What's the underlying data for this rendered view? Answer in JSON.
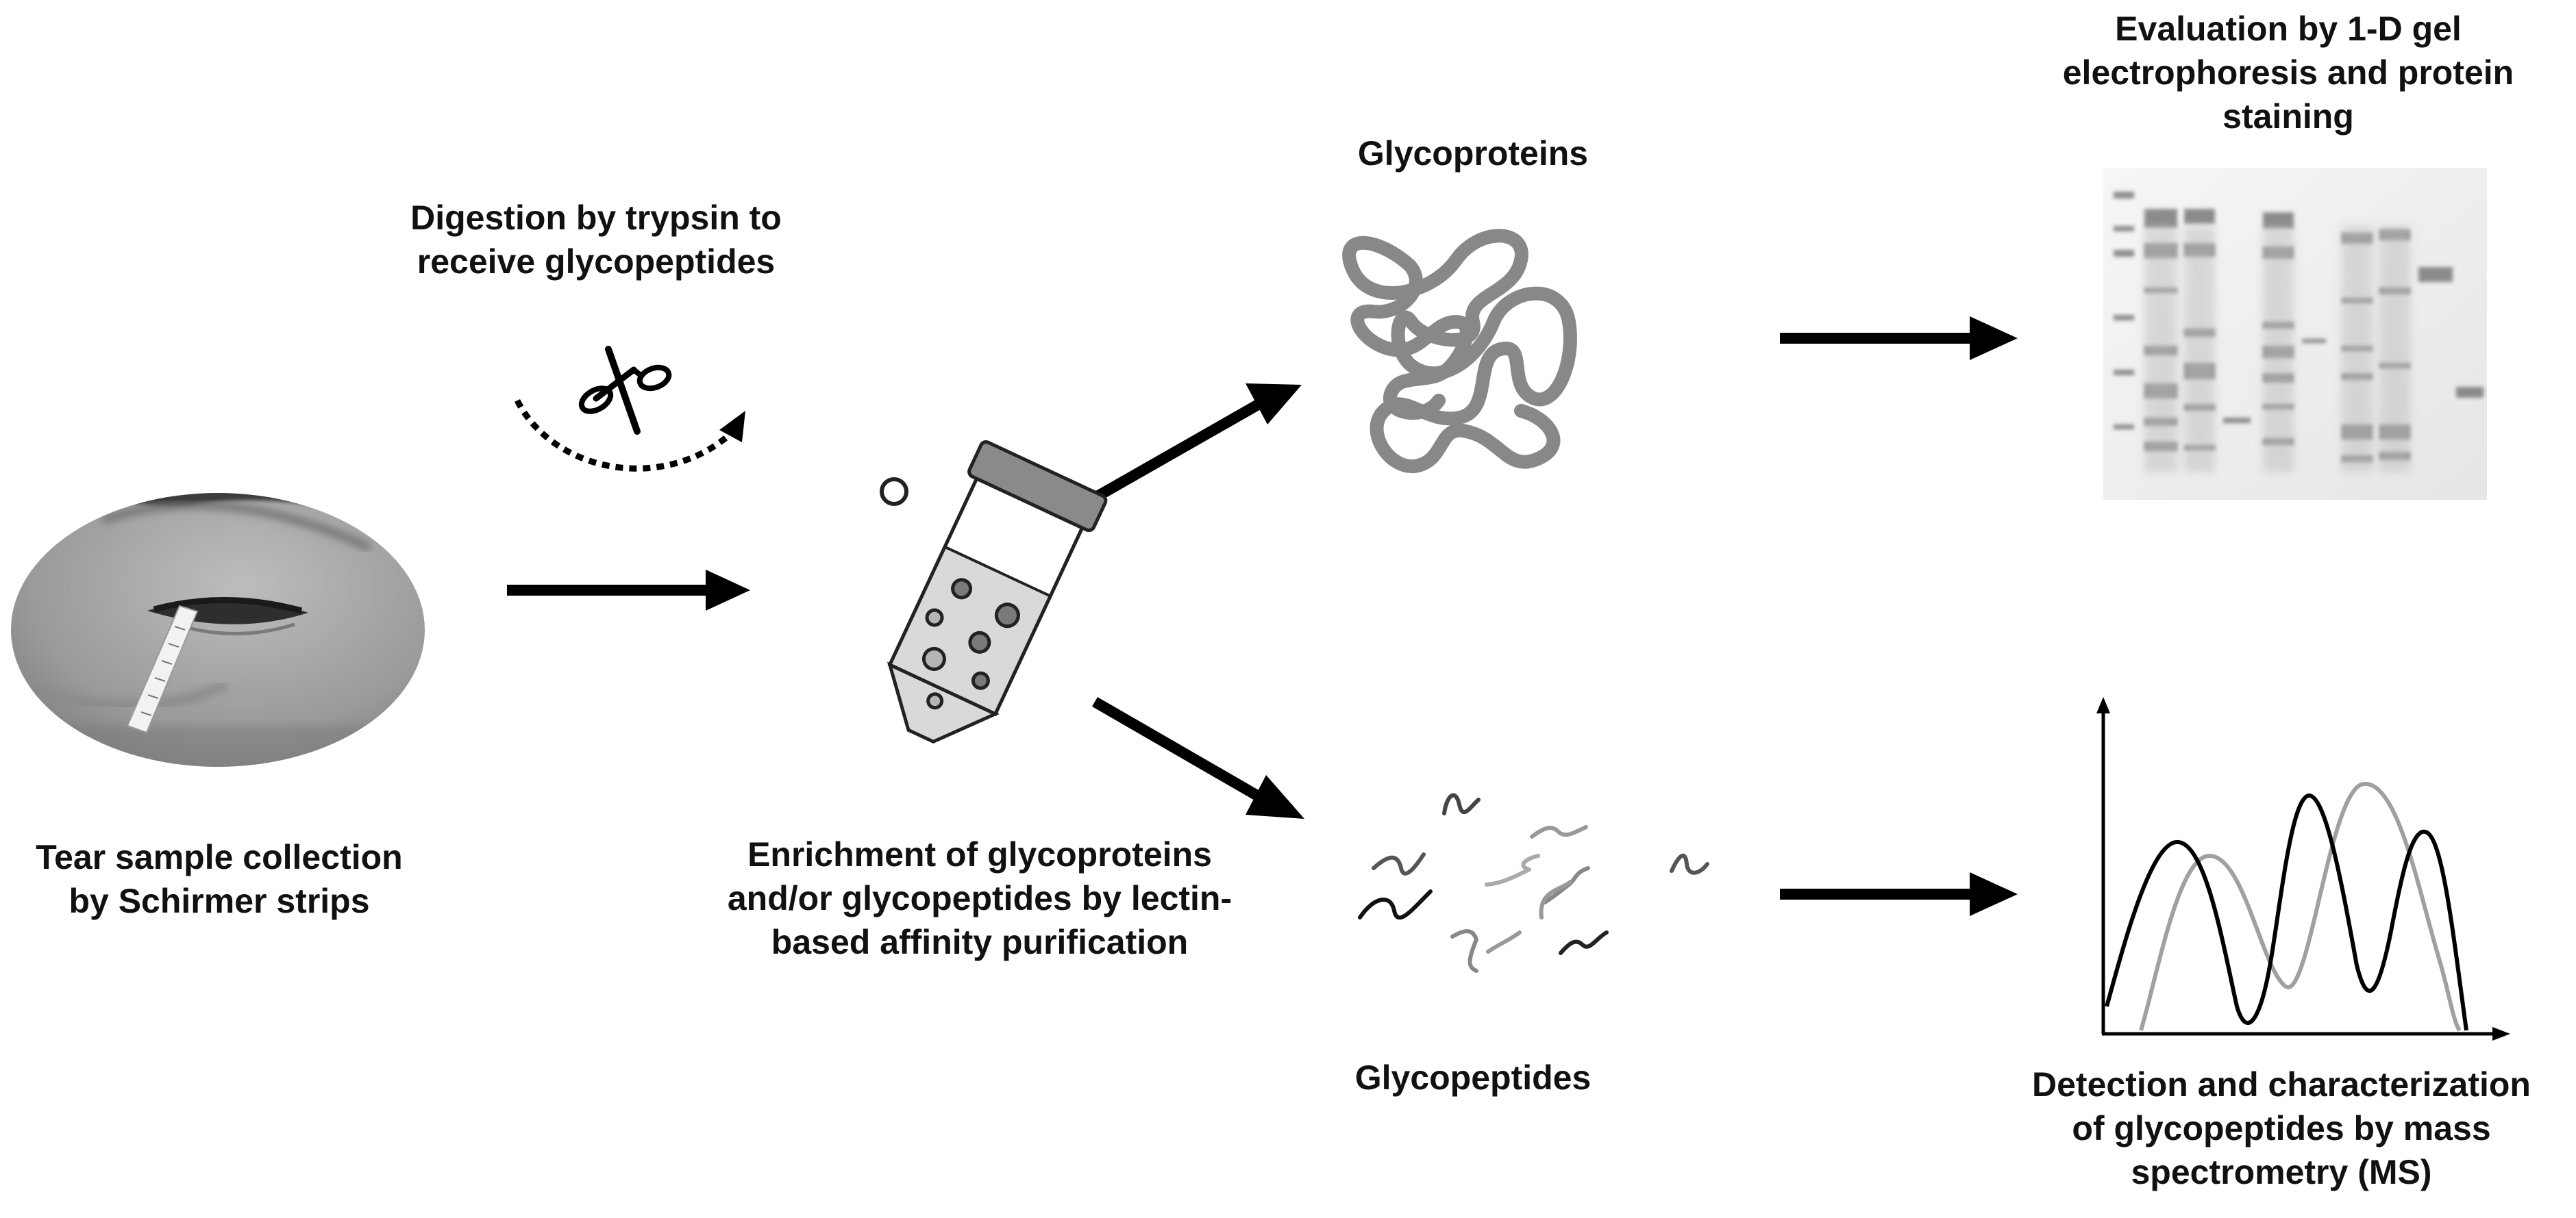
{
  "steps": {
    "collection": {
      "lines": [
        "Tear sample collection",
        "by Schirmer strips"
      ]
    },
    "digestion": {
      "lines": [
        "Digestion by trypsin to",
        "receive glycopeptides"
      ]
    },
    "enrichment": {
      "lines": [
        "Enrichment of glycoproteins",
        "and/or glycopeptides by lectin-",
        "based affinity purification"
      ]
    },
    "glycoproteins": {
      "lines": [
        "Glycoproteins"
      ]
    },
    "glycopeptides": {
      "lines": [
        "Glycopeptides"
      ]
    },
    "evaluation": {
      "lines": [
        "Evaluation by 1-D gel",
        "electrophoresis and protein",
        "staining"
      ]
    },
    "detection": {
      "lines": [
        "Detection and characterization",
        "of glycopeptides by mass",
        "spectrometry (MS)"
      ]
    }
  },
  "icons": {
    "eye_photo": "eye-photo-schirmer-strip",
    "scissors": "scissors-icon",
    "tube": "test-tube-icon",
    "protein": "protein-tangle-icon",
    "peptides": "peptide-fragments-icon",
    "gel": "gel-image",
    "spectrum": "ms-spectrum-plot"
  },
  "colors": {
    "arrow": "#000000",
    "protein": "#888888",
    "tube_fill": "#d9d9d9",
    "cap": "#8a8a8a"
  }
}
